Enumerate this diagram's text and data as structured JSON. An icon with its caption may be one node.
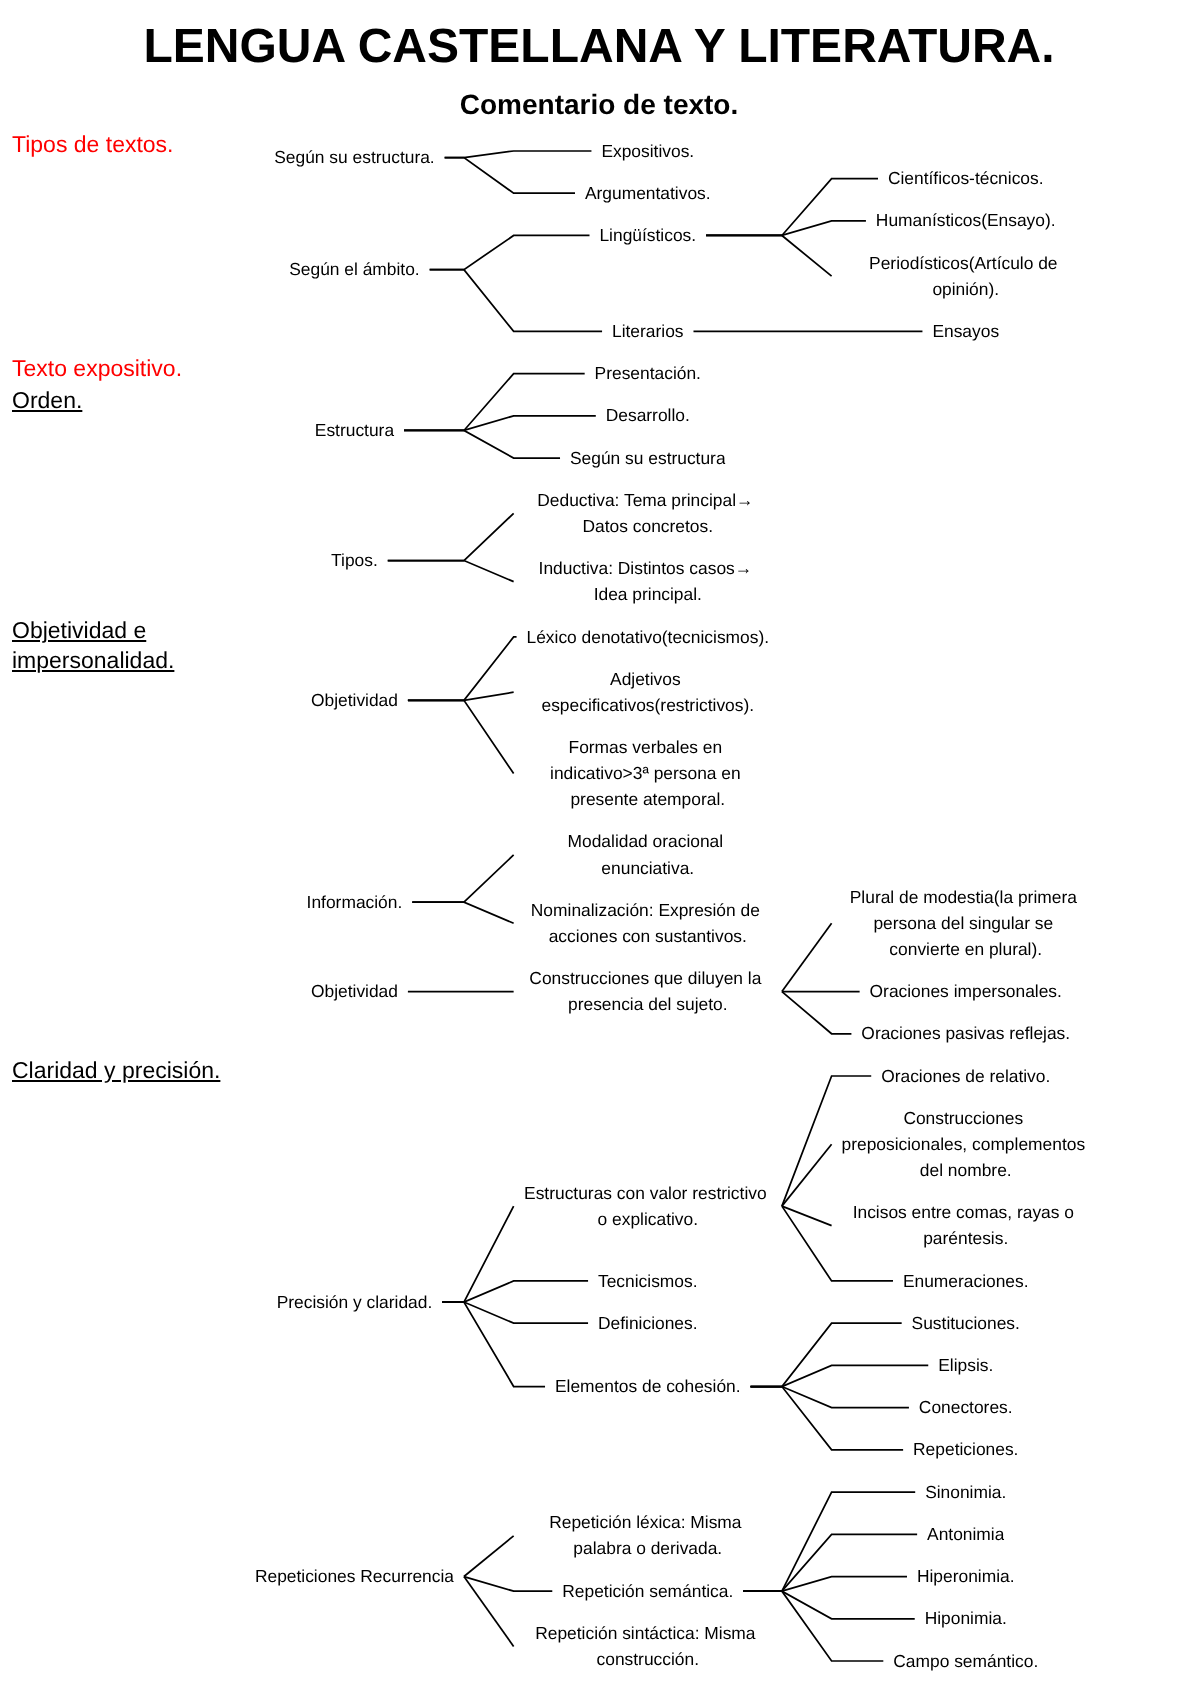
{
  "diagram": {
    "title": "LENGUA CASTELLANA Y LITERATURA.",
    "nodes": [
      {
        "text": [
          "Según su estructura."
        ]
      },
      {
        "text": [
          "Expositivos."
        ]
      },
      {
        "text": [
          "Argumentativos."
        ]
      },
      {
        "text": [
          "Según el ámbito."
        ]
      },
      {
        "text": [
          "Lingüísticos."
        ]
      },
      {
        "text": [
          "Literarios"
        ]
      },
      {
        "text": [
          "Científicos-técnicos."
        ]
      },
      {
        "text": [
          "Humanísticos(Ensayo)."
        ]
      },
      {
        "text": [
          "Periodísticos(Artículo de opinión)."
        ]
      },
      {
        "text": [
          "Ensayos"
        ]
      },
      {
        "text": [
          "Estructura"
        ]
      },
      {
        "text": [
          "Presentación."
        ]
      },
      {
        "text": [
          "Desarrollo."
        ]
      },
      {
        "text": [
          "Según su estructura"
        ]
      },
      {
        "text": [
          "Tipos."
        ]
      },
      {
        "text": [
          "Deductiva: Tema principal→ Datos concretos."
        ]
      },
      {
        "text": [
          "Inductiva: Distintos casos→ Idea principal."
        ]
      },
      {
        "text": [
          "Objetividad"
        ]
      },
      {
        "text": [
          "Léxico denotativo(tecnicismos)."
        ]
      },
      {
        "text": [
          "Adjetivos especificativos(restrictivos)."
        ]
      },
      {
        "text": [
          "Formas verbales en indicativo>3ª persona en presente atemporal."
        ]
      },
      {
        "text": [
          "Información."
        ]
      },
      {
        "text": [
          "Modalidad oracional enunciativa."
        ]
      },
      {
        "text": [
          "Nominalización: Expresión de acciones con sustantivos."
        ]
      },
      {
        "text": [
          "Objetividad"
        ]
      },
      {
        "text": [
          "Construcciones que diluyen la presencia del sujeto."
        ]
      },
      {
        "text": [
          "Plural de modestia(la primera persona del singular se convierte en plural)."
        ]
      },
      {
        "text": [
          "Oraciones impersonales."
        ]
      },
      {
        "text": [
          "Oraciones pasivas reflejas."
        ]
      },
      {
        "text": [
          "Precisión y claridad."
        ]
      },
      {
        "text": [
          "Estructuras con valor restrictivo o explicativo."
        ]
      },
      {
        "text": [
          "Tecnicismos."
        ]
      },
      {
        "text": [
          "Definiciones."
        ]
      },
      {
        "text": [
          "Elementos de cohesión."
        ]
      },
      {
        "text": [
          "Oraciones de relativo."
        ]
      },
      {
        "text": [
          "Construcciones preposicionales, complementos del nombre."
        ]
      },
      {
        "text": [
          "Incisos entre comas, rayas o paréntesis."
        ]
      },
      {
        "text": [
          "Enumeraciones."
        ]
      },
      {
        "text": [
          "Sustituciones."
        ]
      },
      {
        "text": [
          "Elipsis."
        ]
      },
      {
        "text": [
          "Conectores."
        ]
      },
      {
        "text": [
          "Repeticiones."
        ]
      },
      {
        "text": [
          "Repeticiones Recurrencia"
        ]
      },
      {
        "text": [
          "Repetición léxica: Misma palabra o derivada."
        ]
      },
      {
        "text": [
          "Repetición semántica."
        ]
      },
      {
        "text": [
          "Repetición sintáctica: Misma construcción."
        ]
      },
      {
        "text": [
          "Sinonimia."
        ]
      },
      {
        "text": [
          "Antonimia"
        ]
      },
      {
        "text": [
          "Hiperonimia."
        ]
      },
      {
        "text": [
          "Hiponimia."
        ]
      },
      {
        "text": [
          "Campo semántico."
        ]
      }
    ],
    "edges": [
      {
        "from": 0,
        "to": 1,
        "arrow": "none"
      },
      {
        "from": 0,
        "to": 2,
        "arrow": "none"
      },
      {
        "from": 3,
        "to": 4,
        "arrow": "none"
      },
      {
        "from": 3,
        "to": 5,
        "arrow": "none"
      },
      {
        "from": 4,
        "to": 6,
        "arrow": "none"
      },
      {
        "from": 4,
        "to": 7,
        "arrow": "none"
      },
      {
        "from": 4,
        "to": 8,
        "arrow": "none"
      },
      {
        "from": 5,
        "to": 9,
        "arrow": "none"
      },
      {
        "from": 10,
        "to": 11,
        "arrow": "none"
      },
      {
        "from": 10,
        "to": 12,
        "arrow": "none"
      },
      {
        "from": 10,
        "to": 13,
        "arrow": "none"
      },
      {
        "from": 14,
        "to": 15,
        "arrow": "none"
      },
      {
        "from": 14,
        "to": 16,
        "arrow": "none"
      },
      {
        "from": 17,
        "to": 18,
        "arrow": "none"
      },
      {
        "from": 17,
        "to": 19,
        "arrow": "none"
      },
      {
        "from": 17,
        "to": 20,
        "arrow": "none"
      },
      {
        "from": 21,
        "to": 22,
        "arrow": "none"
      },
      {
        "from": 21,
        "to": 23,
        "arrow": "none"
      },
      {
        "from": 24,
        "to": 25,
        "arrow": "none"
      },
      {
        "from": 25,
        "to": 26,
        "arrow": "none"
      },
      {
        "from": 25,
        "to": 27,
        "arrow": "none"
      },
      {
        "from": 25,
        "to": 28,
        "arrow": "none"
      },
      {
        "from": 29,
        "to": 30,
        "arrow": "none"
      },
      {
        "from": 29,
        "to": 31,
        "arrow": "none"
      },
      {
        "from": 29,
        "to": 32,
        "arrow": "none"
      },
      {
        "from": 29,
        "to": 33,
        "arrow": "none"
      },
      {
        "from": 30,
        "to": 34,
        "arrow": "none"
      },
      {
        "from": 30,
        "to": 35,
        "arrow": "none"
      },
      {
        "from": 30,
        "to": 36,
        "arrow": "none"
      },
      {
        "from": 30,
        "to": 37,
        "arrow": "none"
      },
      {
        "from": 33,
        "to": 38,
        "arrow": "none"
      },
      {
        "from": 33,
        "to": 39,
        "arrow": "none"
      },
      {
        "from": 33,
        "to": 40,
        "arrow": "none"
      },
      {
        "from": 33,
        "to": 41,
        "arrow": "none"
      },
      {
        "from": 42,
        "to": 43,
        "arrow": "none"
      },
      {
        "from": 42,
        "to": 44,
        "arrow": "none"
      },
      {
        "from": 42,
        "to": 45,
        "arrow": "none"
      },
      {
        "from": 44,
        "to": 46,
        "arrow": "none"
      },
      {
        "from": 44,
        "to": 47,
        "arrow": "none"
      },
      {
        "from": 44,
        "to": 48,
        "arrow": "none"
      },
      {
        "from": 44,
        "to": 49,
        "arrow": "none"
      },
      {
        "from": 44,
        "to": 50,
        "arrow": "none"
      }
    ],
    "labels": [
      "Comentario de texto.",
      "Tipos de textos.",
      "Texto expositivo.",
      "Orden.",
      "Objetividad e impersonalidad.",
      "Claridad y precisión."
    ]
  }
}
